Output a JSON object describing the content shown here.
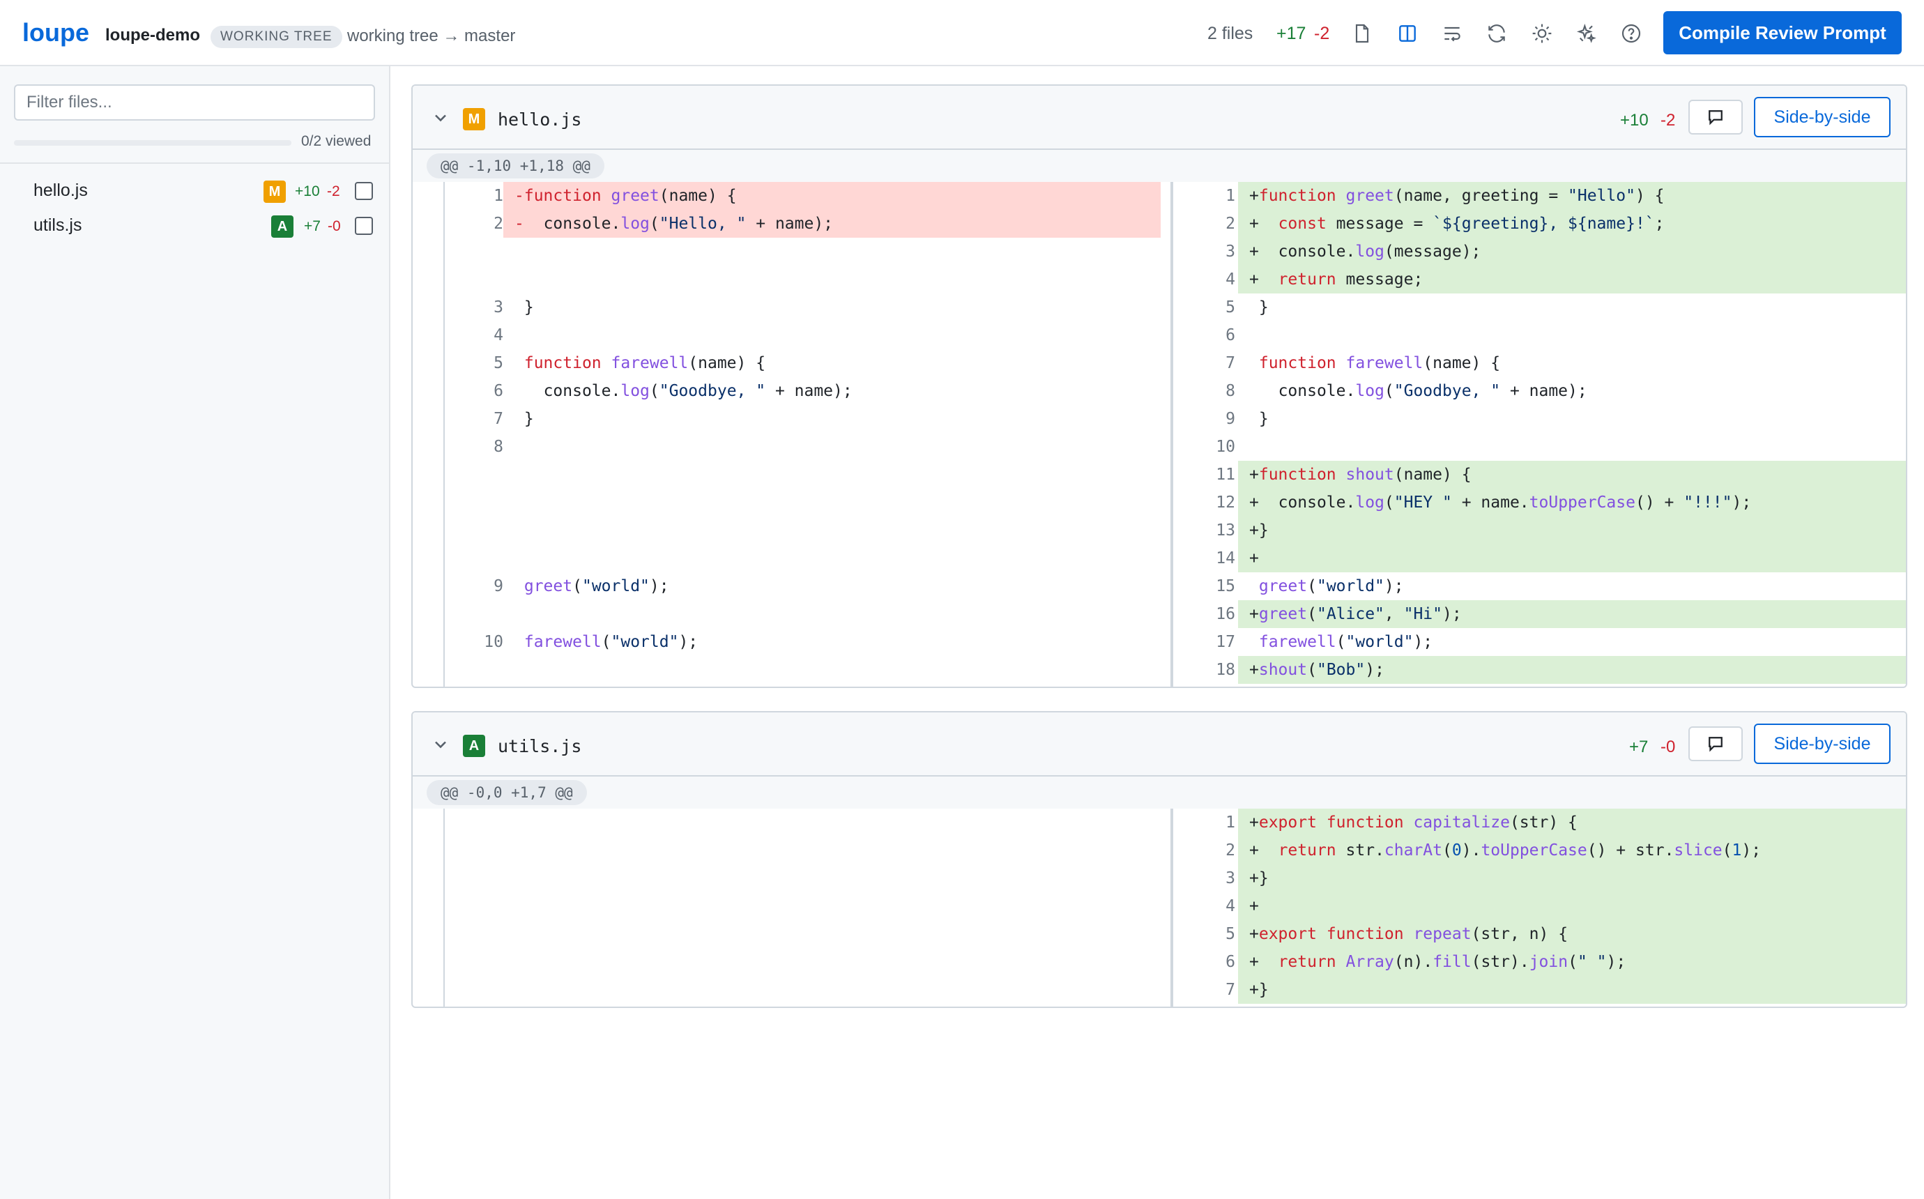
{
  "header": {
    "logo": "loupe",
    "repo": "loupe-demo",
    "badge": "WORKING TREE",
    "branch": "working tree → master",
    "files_count": "2 files",
    "additions": "+17",
    "deletions": "-2",
    "compile_button": "Compile Review Prompt"
  },
  "sidebar": {
    "filter_placeholder": "Filter files...",
    "viewed_text": "0/2 viewed",
    "viewed_fraction": 0,
    "files": [
      {
        "name": "hello.js",
        "status": "M",
        "additions": "+10",
        "deletions": "-2",
        "checked": false
      },
      {
        "name": "utils.js",
        "status": "A",
        "additions": "+7",
        "deletions": "-0",
        "checked": false
      }
    ]
  },
  "colors": {
    "accent": "#0969da",
    "modified_badge": "#f0a000",
    "added_badge": "#1a7f37",
    "addition_text": "#1a7f37",
    "deletion_text": "#cf222e",
    "deleted_line_bg": "#ffd7d5",
    "added_line_bg": "#dbf0d6"
  },
  "icons": [
    "file-icon",
    "split-view-icon",
    "wrap-icon",
    "refresh-icon",
    "sun-icon",
    "sparkles-icon",
    "help-icon",
    "chevron-down-icon",
    "comment-icon"
  ],
  "diffs": [
    {
      "file": "hello.js",
      "status": "M",
      "additions": "+10",
      "deletions": "-2",
      "view_button": "Side-by-side",
      "hunk": "@@ -1,10 +1,18 @@",
      "rows": [
        {
          "l": {
            "n": "1",
            "t": "del",
            "c": "-function greet(name) {"
          },
          "r": {
            "n": "1",
            "t": "add",
            "c": "+function greet(name, greeting = \"Hello\") {"
          }
        },
        {
          "l": {
            "n": "2",
            "t": "del",
            "c": "-  console.log(\"Hello, \" + name);"
          },
          "r": {
            "n": "2",
            "t": "add",
            "c": "+  const message = `${greeting}, ${name}!`;"
          }
        },
        {
          "l": null,
          "r": {
            "n": "3",
            "t": "add",
            "c": "+  console.log(message);"
          }
        },
        {
          "l": null,
          "r": {
            "n": "4",
            "t": "add",
            "c": "+  return message;"
          }
        },
        {
          "l": {
            "n": "3",
            "t": "ctx",
            "c": " }"
          },
          "r": {
            "n": "5",
            "t": "ctx",
            "c": " }"
          }
        },
        {
          "l": {
            "n": "4",
            "t": "ctx",
            "c": ""
          },
          "r": {
            "n": "6",
            "t": "ctx",
            "c": ""
          }
        },
        {
          "l": {
            "n": "5",
            "t": "ctx",
            "c": " function farewell(name) {"
          },
          "r": {
            "n": "7",
            "t": "ctx",
            "c": " function farewell(name) {"
          }
        },
        {
          "l": {
            "n": "6",
            "t": "ctx",
            "c": "   console.log(\"Goodbye, \" + name);"
          },
          "r": {
            "n": "8",
            "t": "ctx",
            "c": "   console.log(\"Goodbye, \" + name);"
          }
        },
        {
          "l": {
            "n": "7",
            "t": "ctx",
            "c": " }"
          },
          "r": {
            "n": "9",
            "t": "ctx",
            "c": " }"
          }
        },
        {
          "l": {
            "n": "8",
            "t": "ctx",
            "c": ""
          },
          "r": {
            "n": "10",
            "t": "ctx",
            "c": ""
          }
        },
        {
          "l": null,
          "r": {
            "n": "11",
            "t": "add",
            "c": "+function shout(name) {"
          }
        },
        {
          "l": null,
          "r": {
            "n": "12",
            "t": "add",
            "c": "+  console.log(\"HEY \" + name.toUpperCase() + \"!!!\");"
          }
        },
        {
          "l": null,
          "r": {
            "n": "13",
            "t": "add",
            "c": "+}"
          }
        },
        {
          "l": null,
          "r": {
            "n": "14",
            "t": "add",
            "c": "+"
          }
        },
        {
          "l": {
            "n": "9",
            "t": "ctx",
            "c": " greet(\"world\");"
          },
          "r": {
            "n": "15",
            "t": "ctx",
            "c": " greet(\"world\");"
          }
        },
        {
          "l": null,
          "r": {
            "n": "16",
            "t": "add",
            "c": "+greet(\"Alice\", \"Hi\");"
          }
        },
        {
          "l": {
            "n": "10",
            "t": "ctx",
            "c": " farewell(\"world\");"
          },
          "r": {
            "n": "17",
            "t": "ctx",
            "c": " farewell(\"world\");"
          }
        },
        {
          "l": null,
          "r": {
            "n": "18",
            "t": "add",
            "c": "+shout(\"Bob\");"
          }
        }
      ]
    },
    {
      "file": "utils.js",
      "status": "A",
      "additions": "+7",
      "deletions": "-0",
      "view_button": "Side-by-side",
      "hunk": "@@ -0,0 +1,7 @@",
      "rows": [
        {
          "l": null,
          "r": {
            "n": "1",
            "t": "add",
            "c": "+export function capitalize(str) {"
          }
        },
        {
          "l": null,
          "r": {
            "n": "2",
            "t": "add",
            "c": "+  return str.charAt(0).toUpperCase() + str.slice(1);"
          }
        },
        {
          "l": null,
          "r": {
            "n": "3",
            "t": "add",
            "c": "+}"
          }
        },
        {
          "l": null,
          "r": {
            "n": "4",
            "t": "add",
            "c": "+"
          }
        },
        {
          "l": null,
          "r": {
            "n": "5",
            "t": "add",
            "c": "+export function repeat(str, n) {"
          }
        },
        {
          "l": null,
          "r": {
            "n": "6",
            "t": "add",
            "c": "+  return Array(n).fill(str).join(\" \");"
          }
        },
        {
          "l": null,
          "r": {
            "n": "7",
            "t": "add",
            "c": "+}"
          }
        }
      ]
    }
  ]
}
